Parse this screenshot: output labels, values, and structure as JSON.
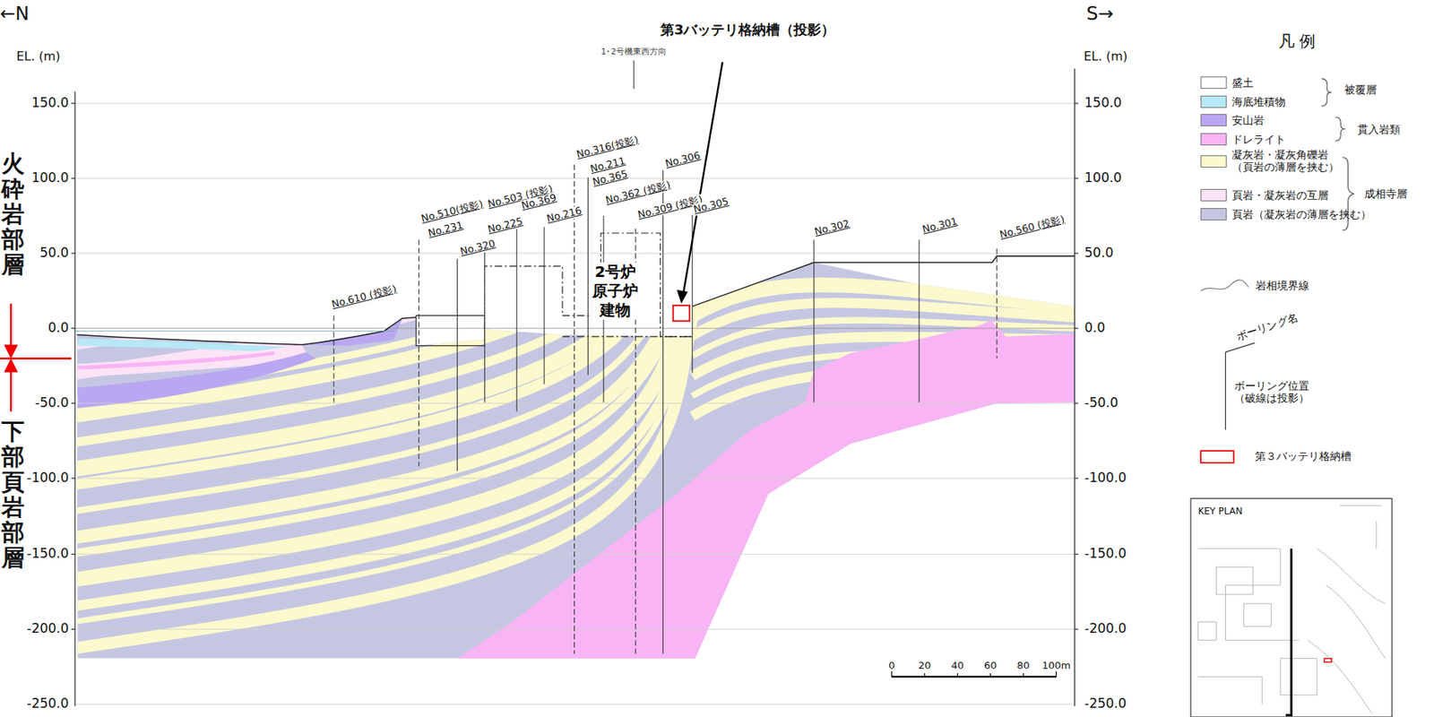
{
  "diagram": {
    "nodes": [
      {
        "text": [
          "2号炉原子炉建物"
        ]
      }
    ],
    "labels": [
      "←N",
      "S→",
      "EL. (m)",
      "EL. (m)",
      "150.0",
      "100.0",
      "50.0",
      "0.0",
      "-50.0",
      "-100.0",
      "-150.0",
      "-200.0",
      "-250.0",
      "150.0",
      "100.0",
      "50.0",
      "0.0",
      "-50.0",
      "-100.0",
      "-150.0",
      "-200.0",
      "-250.0",
      "第3バッテリ格納槽（投影）",
      "1･2号機東西方向",
      "火砕岩部層",
      "下部頁岩部層",
      "No.610 (投影)",
      "No.510(投影)",
      "No.231",
      "No.503 (投影)",
      "No.369",
      "No.225",
      "No.216",
      "No.320",
      "No.316(投影)",
      "No.211",
      "No.365",
      "No.362 (投影)",
      "No.309 (投影)",
      "No.306",
      "No.305",
      "No.302",
      "No.301",
      "No.560 (投影)",
      "凡 例",
      "被覆層",
      "貫入岩類",
      "成相寺層",
      "KEY PLAN",
      "0",
      "20",
      "40",
      "60",
      "80",
      "100m"
    ],
    "legend": [
      {
        "text": "盛土",
        "color": "#ffffff"
      },
      {
        "text": "海底堆積物",
        "color": "#b6e8f6"
      },
      {
        "text": "安山岩",
        "color": "#b9a7f2"
      },
      {
        "text": "ドレライト",
        "color": "#f8b4f4"
      },
      {
        "text": "凝灰岩・凝灰角礫岩（頁岩の薄層を挟む）",
        "color": "#fbf9cd"
      },
      {
        "text": "頁岩・凝灰岩の互層",
        "color": "#fde3f6"
      },
      {
        "text": "頁岩（凝灰岩の薄層を挟む）",
        "color": "#c5c7e2"
      },
      {
        "text": "岩相境界線"
      },
      {
        "text": "ボーリング名"
      },
      {
        "text": "ボーリング位置（破線は投影）"
      },
      {
        "text": "第３バッテリ格納槽"
      }
    ]
  }
}
